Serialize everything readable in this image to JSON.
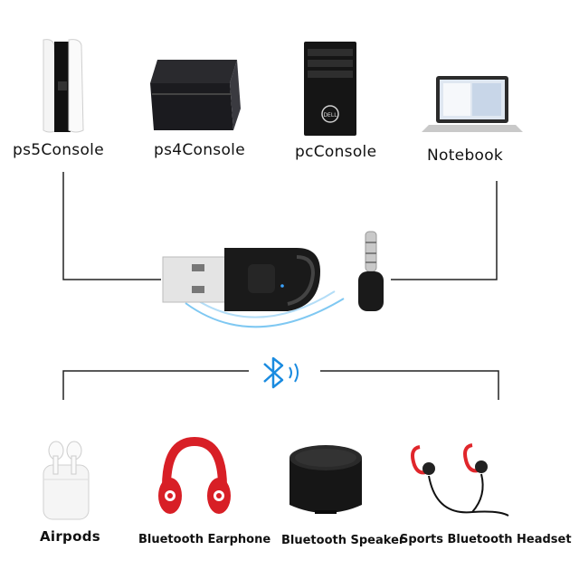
{
  "sources": {
    "ps5": {
      "label": "ps5Console",
      "icon": "ps5-console-icon"
    },
    "ps4": {
      "label": "ps4Console",
      "icon": "ps4-console-icon"
    },
    "pc": {
      "label": "pcConsole",
      "icon": "pc-tower-icon"
    },
    "notebook": {
      "label": "Notebook",
      "icon": "laptop-icon"
    }
  },
  "center": {
    "adapter_icon": "usb-bluetooth-adapter-icon",
    "mic_icon": "microphone-3-5mm-icon",
    "bluetooth_icon": "bluetooth-icon"
  },
  "devices": {
    "airpods": {
      "label": "Airpods",
      "icon": "airpods-case-icon"
    },
    "earphone": {
      "label": "Bluetooth Earphone",
      "icon": "headphones-icon"
    },
    "speaker": {
      "label": "Bluetooth Speaker",
      "icon": "speaker-icon"
    },
    "headset": {
      "label": "Sports Bluetooth Headset",
      "icon": "sports-earbuds-icon"
    }
  },
  "colors": {
    "line": "#222222",
    "bluetooth": "#1a8be0",
    "headphone_red": "#d81f26",
    "headset_red": "#e0262b"
  }
}
